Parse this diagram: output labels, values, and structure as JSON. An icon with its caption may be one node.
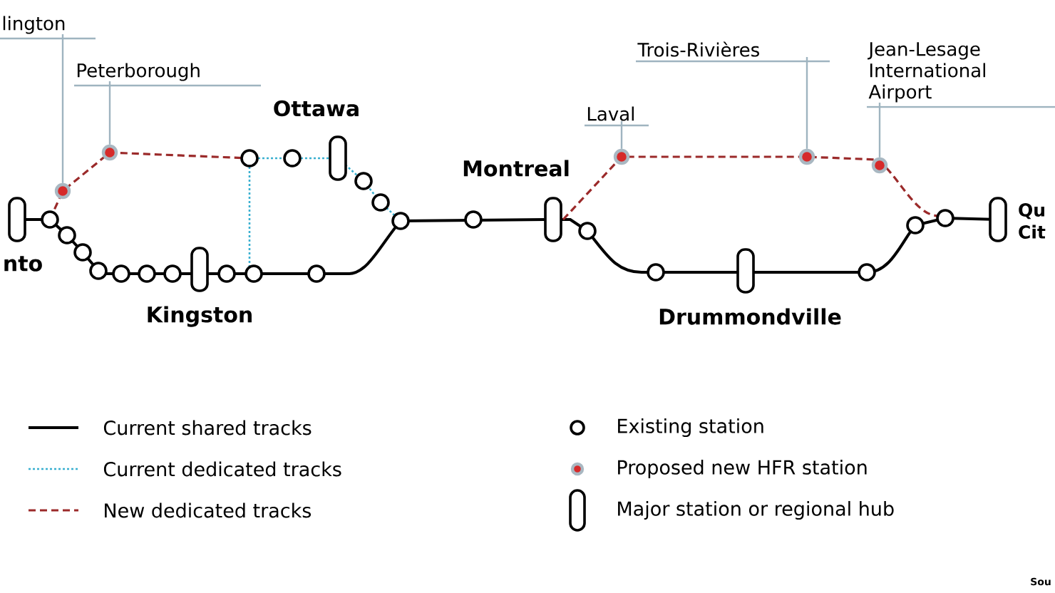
{
  "diagram": {
    "nodes": [
      {
        "text": [
          "lington"
        ]
      },
      {
        "text": [
          "Peterborough"
        ]
      },
      {
        "text": [
          "Laval"
        ]
      },
      {
        "text": [
          "Trois-Rivières"
        ]
      },
      {
        "text": [
          "Jean-Lesage International Airport"
        ]
      },
      {
        "text": [],
        "shape": "circle"
      },
      {
        "text": [],
        "shape": "circle"
      },
      {
        "text": [],
        "shape": "circle"
      },
      {
        "text": [],
        "shape": "circle"
      },
      {
        "text": [],
        "shape": "circle"
      }
    ],
    "edges": [
      {
        "from": 0,
        "to": 5,
        "arrow": "none"
      },
      {
        "from": 1,
        "to": 6,
        "arrow": "none"
      },
      {
        "from": 2,
        "to": 7,
        "arrow": "none"
      },
      {
        "from": 3,
        "to": 8,
        "arrow": "none"
      },
      {
        "from": 4,
        "to": 9,
        "arrow": "none"
      }
    ],
    "labels": [
      "Ottawa",
      "Montreal",
      "nto",
      "Qu Cit",
      "Kingston",
      "Drummondville",
      "Sou"
    ],
    "legend": [
      {
        "text": "Current shared tracks"
      },
      {
        "text": "Current dedicated tracks"
      },
      {
        "text": "New dedicated tracks"
      },
      {
        "text": "Existing station"
      },
      {
        "text": "Proposed new HFR station"
      },
      {
        "text": "Major station or regional hub"
      }
    ]
  }
}
